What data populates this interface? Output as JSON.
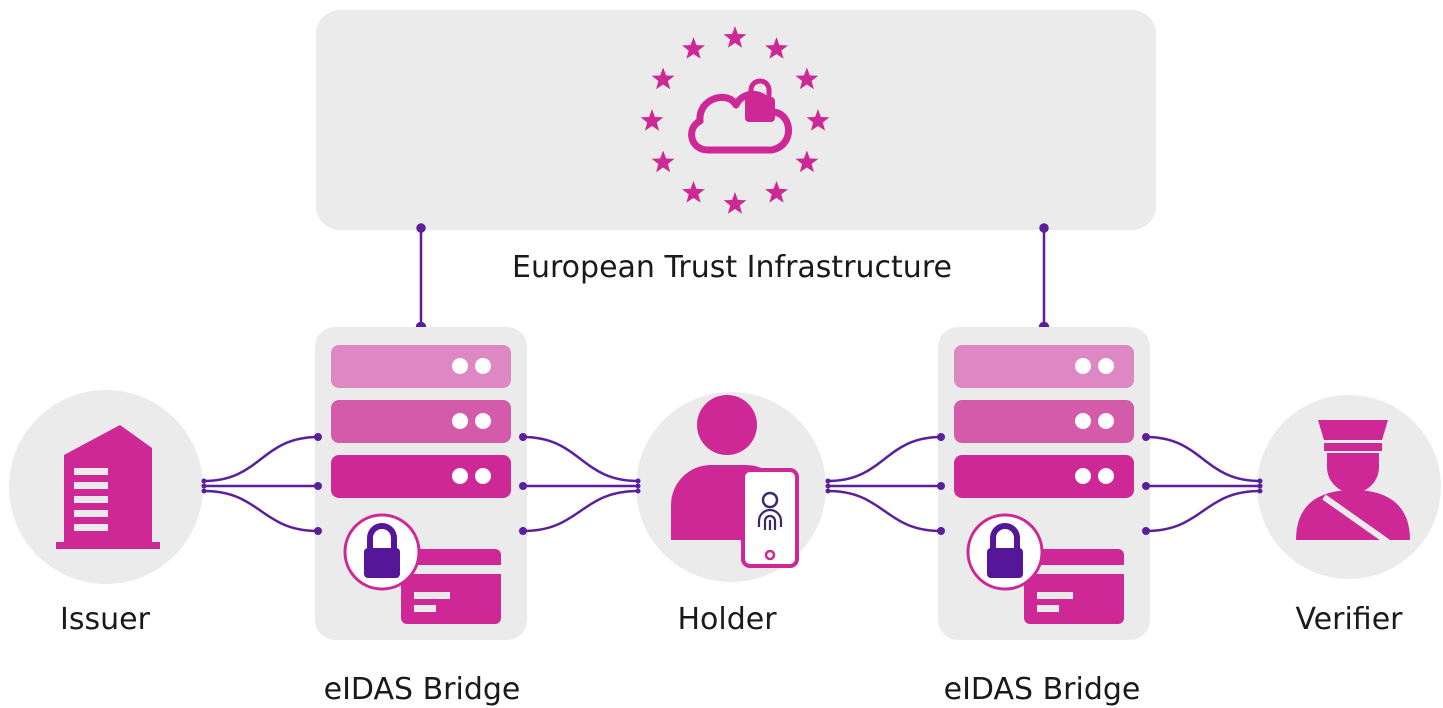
{
  "labels": {
    "infrastructure": "European Trust Infrastructure",
    "issuer": "Issuer",
    "bridge_left": "eIDAS Bridge",
    "holder": "Holder",
    "bridge_right": "eIDAS Bridge",
    "verifier": "Verifier"
  },
  "colors": {
    "panel": "#ebebeb",
    "magenta": "#cd2896",
    "magenta_mid": "#d45aaa",
    "magenta_light": "#dd88c2",
    "purple": "#55169a",
    "line": "#5b1f9b"
  },
  "icons": {
    "infrastructure": "cloud-lock-eu-stars-icon",
    "issuer": "building-icon",
    "holder": "person-with-phone-icon",
    "verifier": "officer-icon",
    "bridge": "server-rack-icon"
  }
}
